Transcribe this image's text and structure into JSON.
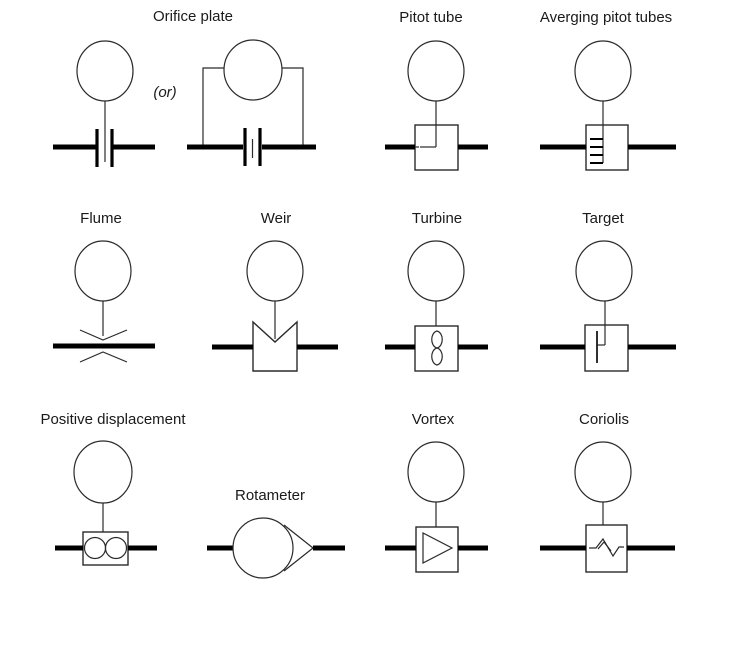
{
  "page": {
    "background_color": "#ffffff",
    "line_color": "#000000",
    "text_color": "#1a1a1a",
    "description": "Flow measurement instrumentation P&ID symbols"
  },
  "labels": {
    "orifice_plate": "Orifice plate",
    "or_note": "(or)",
    "pitot_tube": "Pitot tube",
    "averaging_pitot": "Averging pitot tubes",
    "flume": "Flume",
    "weir": "Weir",
    "turbine": "Turbine",
    "target": "Target",
    "positive_displacement": "Positive displacement",
    "rotameter": "Rotameter",
    "vortex": "Vortex",
    "coriolis": "Coriolis"
  },
  "symbols": [
    {
      "id": "orifice-plate-simple",
      "icon": "instrument-bubble-over-orifice-bars"
    },
    {
      "id": "orifice-plate-dual-tap",
      "icon": "instrument-bubble-bracket-taps-orifice-bars"
    },
    {
      "id": "pitot-tube",
      "icon": "instrument-bubble-box-l-probe"
    },
    {
      "id": "averaging-pitot-tubes",
      "icon": "instrument-bubble-box-comb-probe"
    },
    {
      "id": "flume",
      "icon": "instrument-bubble-converging-chevrons"
    },
    {
      "id": "weir",
      "icon": "instrument-bubble-v-notch-box"
    },
    {
      "id": "turbine",
      "icon": "instrument-bubble-box-rotor-figure-eight"
    },
    {
      "id": "target",
      "icon": "instrument-bubble-box-target-plate"
    },
    {
      "id": "positive-displacement",
      "icon": "instrument-bubble-box-twin-lobes"
    },
    {
      "id": "rotameter",
      "icon": "circle-with-cone"
    },
    {
      "id": "vortex",
      "icon": "instrument-bubble-box-bluff-triangle"
    },
    {
      "id": "coriolis",
      "icon": "instrument-bubble-box-zigzag-tube"
    }
  ]
}
